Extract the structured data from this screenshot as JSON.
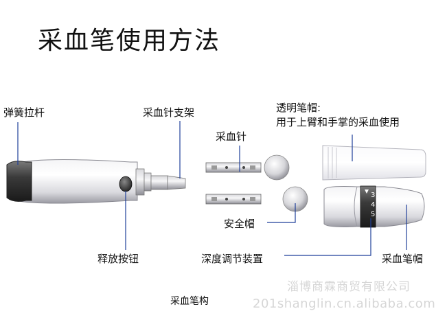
{
  "title": "采血笔使用方法",
  "labels": {
    "spring_lever": "弹簧拉杆",
    "lancet_holder": "采血针支架",
    "transparent_cap_line1": "透明笔帽:",
    "transparent_cap_line2": "用于上臂和手掌的采血使用",
    "lancet": "采血针",
    "safety_cap": "安全帽",
    "release_button": "释放按钮",
    "depth_adjuster": "深度调节装置",
    "pen_cap": "采血笔帽"
  },
  "caption": "采血笔构",
  "depth_numbers": [
    "3",
    "4",
    "5"
  ],
  "watermark": {
    "line1": "淄博商霖商贸有限公司",
    "line2": "201shanglin.cn.alibaba.com"
  },
  "colors": {
    "leader_line": "#1f3f9a",
    "dark_band": "#3a3a3a",
    "body_light": "#e6e6ea"
  }
}
